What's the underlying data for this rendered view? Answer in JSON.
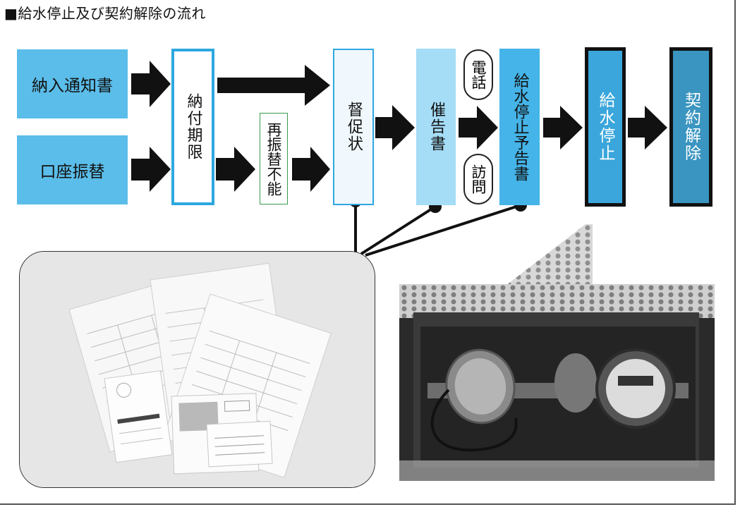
{
  "title": "■給水停止及び契約解除の流れ",
  "steps": {
    "notice_card": "納入通知書",
    "bank_transfer": "口座振替",
    "payment_deadline": "納付期限",
    "retransfer_failed": "再振替不能",
    "demand_letter": "督促状",
    "reminder_letter": "催告書",
    "stop_notice": "給水停止予告書",
    "water_stop": "給水停止",
    "contract_cancel": "契約解除"
  },
  "contact_methods": {
    "phone": "電話",
    "visit": "訪問"
  },
  "colors": {
    "light_blue": "#5bbde9",
    "border_blue": "#2ea8e0",
    "green_border": "#3a9b4a",
    "dark_border": "#111111"
  },
  "photos": {
    "documents": "督促状・催告書・給水停止予告書の書類写真",
    "meter": "給水停止された水道メーターの写真"
  }
}
